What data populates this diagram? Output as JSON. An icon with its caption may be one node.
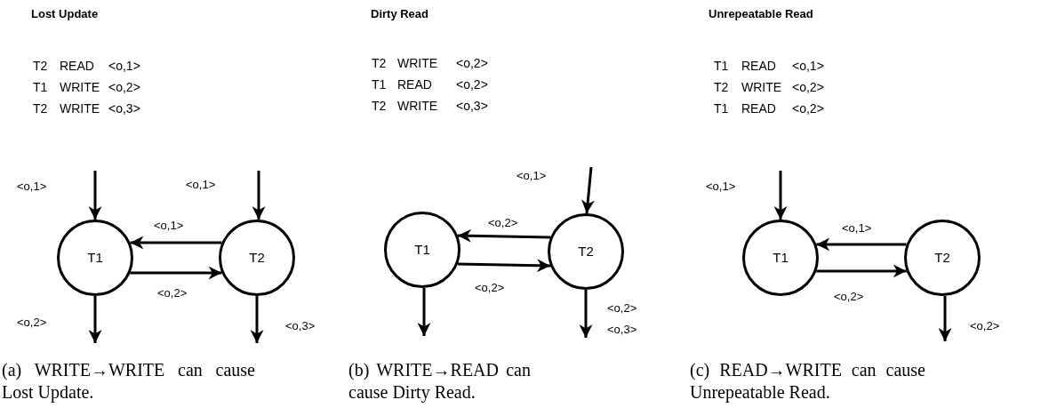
{
  "diagram": {
    "nodes": [
      {
        "text": [
          "T1"
        ]
      },
      {
        "text": [
          "T2"
        ]
      },
      {
        "text": [
          "T1"
        ]
      },
      {
        "text": [
          "T2"
        ]
      },
      {
        "text": [
          "T1"
        ]
      },
      {
        "text": [
          "T2"
        ]
      }
    ],
    "edges": [
      {
        "from": null,
        "to": 0,
        "arrow": "to",
        "label": "<o,1>"
      },
      {
        "from": null,
        "to": 1,
        "arrow": "to",
        "label": "<o,1>"
      },
      {
        "from": 1,
        "to": 0,
        "arrow": "to",
        "label": "<o,1>"
      },
      {
        "from": 0,
        "to": 1,
        "arrow": "to",
        "label": "<o,2>"
      },
      {
        "from": 0,
        "to": null,
        "arrow": "to",
        "label": "<o,2>"
      },
      {
        "from": 1,
        "to": null,
        "arrow": "to",
        "label": "<o,3>"
      },
      {
        "from": null,
        "to": 3,
        "arrow": "to",
        "label": "<o,1>"
      },
      {
        "from": 3,
        "to": 2,
        "arrow": "to",
        "label": "<o,2>"
      },
      {
        "from": 2,
        "to": 3,
        "arrow": "to",
        "label": "<o,2>"
      },
      {
        "from": 2,
        "to": null,
        "arrow": "to"
      },
      {
        "from": 3,
        "to": null,
        "arrow": "to",
        "label": "<o,2> <o,3>"
      },
      {
        "from": null,
        "to": 4,
        "arrow": "to",
        "label": "<o,1>"
      },
      {
        "from": 5,
        "to": 4,
        "arrow": "to",
        "label": "<o,1>"
      },
      {
        "from": 4,
        "to": 5,
        "arrow": "to",
        "label": "<o,2>"
      },
      {
        "from": 5,
        "to": null,
        "arrow": "to",
        "label": "<o,2>"
      }
    ],
    "labels": [
      "Lost Update",
      "T2",
      "READ",
      "<o,1>",
      "T1",
      "WRITE",
      "<o,2>",
      "T2",
      "WRITE",
      "<o,3>",
      "Dirty Read",
      "T2",
      "WRITE",
      "<o,2>",
      "T1",
      "READ",
      "<o,2>",
      "T2",
      "WRITE",
      "<o,3>",
      "Unrepeatable Read",
      "T1",
      "READ",
      "<o,1>",
      "T2",
      "WRITE",
      "<o,2>",
      "T1",
      "READ",
      "<o,2>",
      "(a) WRITE→WRITE can cause Lost Update.",
      "(b) WRITE→READ can cause Dirty Read.",
      "(c) READ→WRITE can cause Unrepeatable Read."
    ]
  }
}
